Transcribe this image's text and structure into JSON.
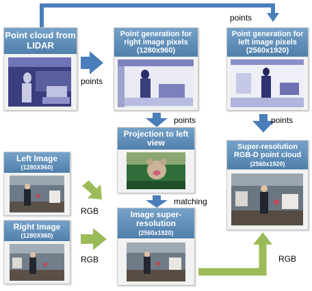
{
  "boxes": {
    "lidar": {
      "title": "Point cloud from LIDAR"
    },
    "right_points": {
      "title": "Point generation for right image pixels (1280x960)"
    },
    "left_points": {
      "title": "Point generation for left image pixels (2560x1920)"
    },
    "projection": {
      "title": "Projection to left view"
    },
    "left_image": {
      "title": "Left Image",
      "size": "(1280X960)"
    },
    "right_image": {
      "title": "Right Image",
      "size": "(1280X960)"
    },
    "image_sr": {
      "title": "Image super-resolution",
      "size": "(2560x1920)"
    },
    "output": {
      "title": "Super-resolution RGB-D point cloud",
      "size": "(2560x1920)"
    }
  },
  "labels": {
    "points_top": "points",
    "points_lidar": "points",
    "points_projection": "points",
    "points_left": "points",
    "matching": "matching",
    "rgb_left": "RGB",
    "rgb_right": "RGB",
    "rgb_out": "RGB"
  },
  "colors": {
    "header": "#5b87b3",
    "blue_arrow": "#4a7ebb",
    "green_arrow": "#9bbb59",
    "box_bg": "#f2f2f2"
  }
}
